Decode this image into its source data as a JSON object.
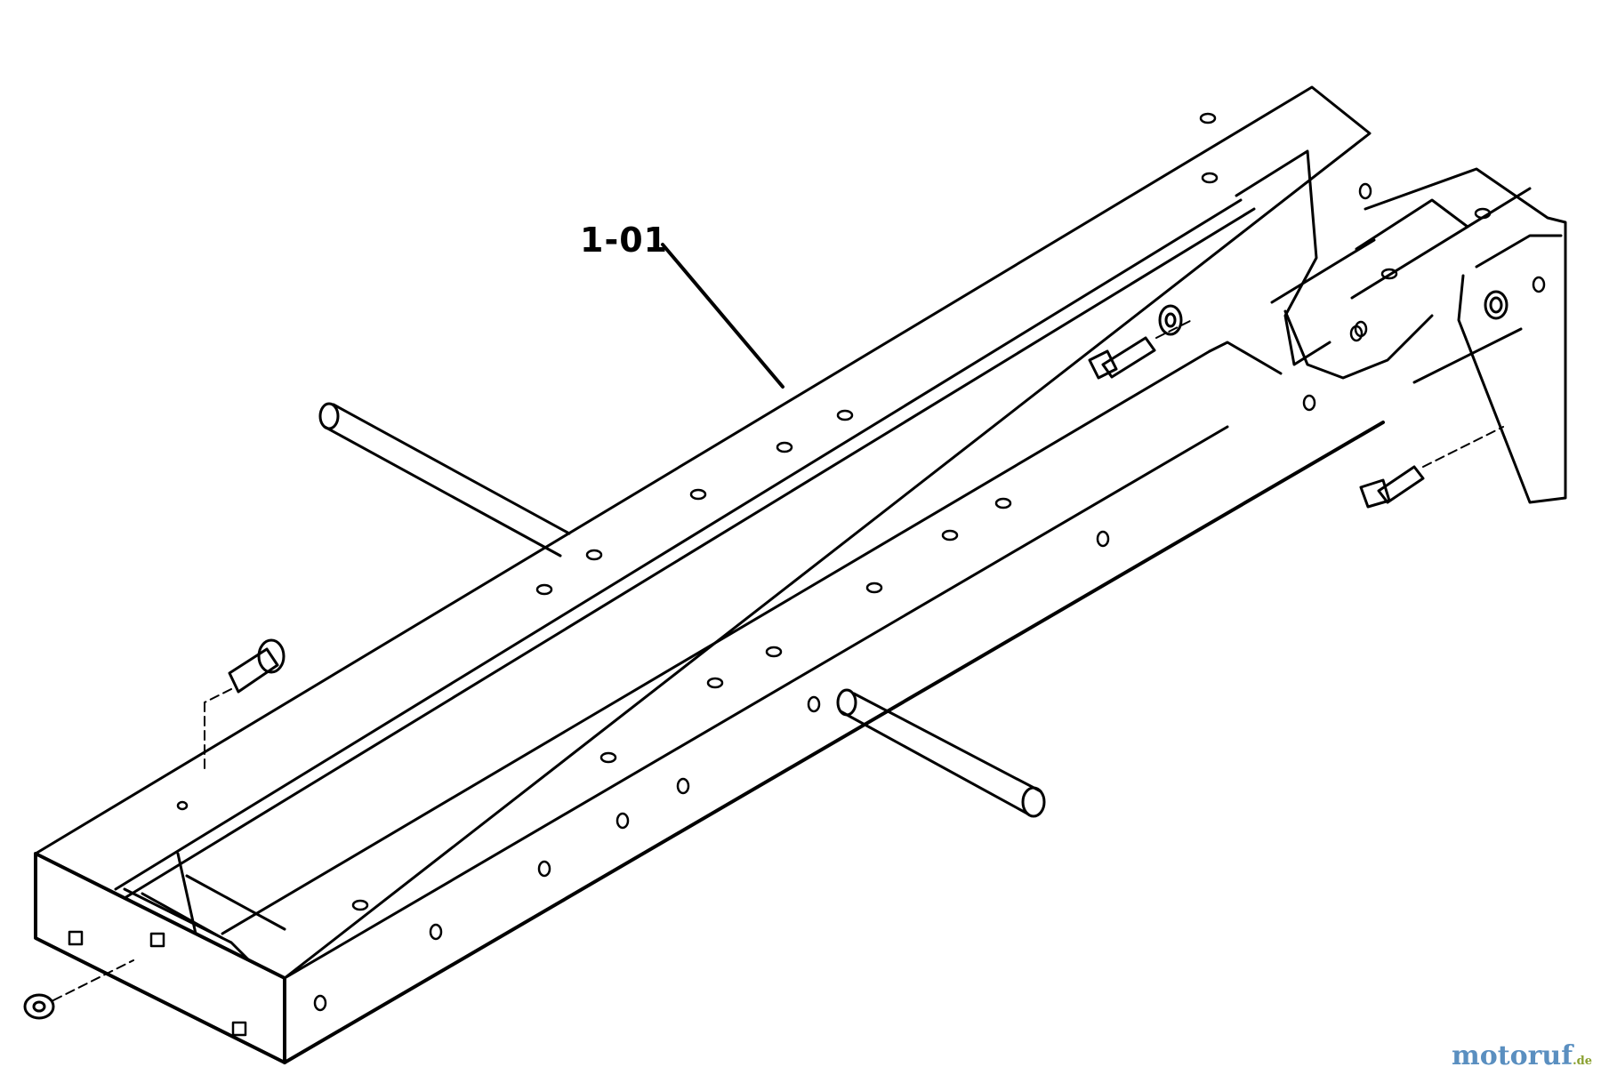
{
  "diagram": {
    "part_number": "1-01",
    "watermark": {
      "name": "motoruf",
      "tld": ".de",
      "name_color": "#5a8fc0",
      "tld_color": "#8aa030"
    },
    "line_color": "#000000",
    "background": "#ffffff"
  }
}
